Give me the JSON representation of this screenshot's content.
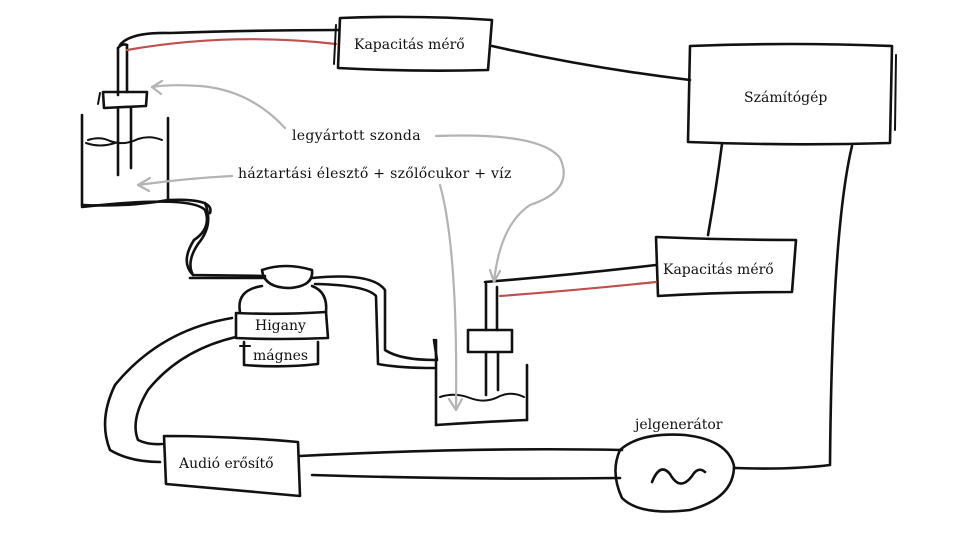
{
  "labels": {
    "capacitance_meter_top": "Kapacitás mérő",
    "computer": "Számítógép",
    "capacitance_meter_right": "Kapacitás mérő",
    "probe": "legyártott szonda",
    "mixture": "háztartási élesztő + szőlőcukor + víz",
    "mercury": "Higany",
    "magnet": "mágnes",
    "audio_amplifier": "Audió erősítő",
    "signal_generator": "jelgenerátor"
  },
  "colors": {
    "ink": "#111111",
    "probe_wire": "#c0504d",
    "pointer_arrow": "#b3b3b3"
  },
  "icons": {
    "signal_generator_symbol": "sine-wave-icon"
  }
}
